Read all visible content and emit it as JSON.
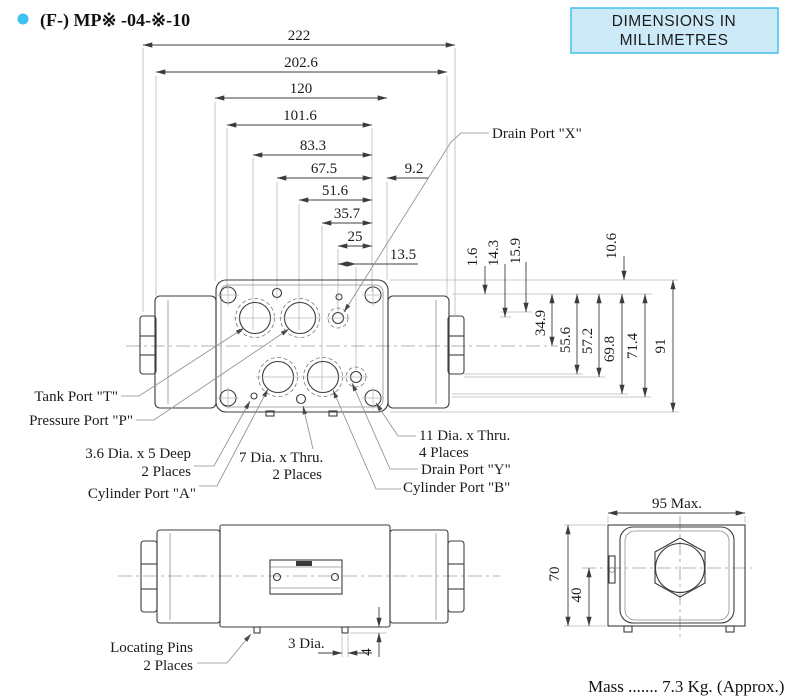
{
  "title": {
    "text": "(F-) MP※ -04-※-10"
  },
  "units_box": {
    "line1": "DIMENSIONS IN",
    "line2": "MILLIMETRES"
  },
  "colors": {
    "accent_cyan": "#45bfec",
    "units_box_bg": "#cdeaf8",
    "line_dark": "#3c3c3c",
    "line_light": "#b9b9b9"
  },
  "top_view": {
    "hdims": {
      "d222": "222",
      "d202_6": "202.6",
      "d120": "120",
      "d101_6": "101.6",
      "d83_3": "83.3",
      "d67_5": "67.5",
      "d9_2": "9.2",
      "d51_6": "51.6",
      "d35_7": "35.7",
      "d25": "25",
      "d13_5": "13.5"
    },
    "vdims": {
      "d1_6": "1.6",
      "d14_3": "14.3",
      "d15_9": "15.9",
      "d10_6": "10.6",
      "d34_9": "34.9",
      "d55_6": "55.6",
      "d57_2": "57.2",
      "d69_8": "69.8",
      "d71_4": "71.4",
      "d91": "91"
    },
    "labels": {
      "drain_x": "Drain Port \"X\"",
      "tank_t": "Tank Port \"T\"",
      "pressure_p": "Pressure Port \"P\"",
      "hole36_l1": "3.6 Dia. x 5 Deep",
      "hole36_l2": "2 Places",
      "cyl_a": "Cylinder Port \"A\"",
      "hole7_l1": "7 Dia. x Thru.",
      "hole7_l2": "2 Places",
      "hole11_l1": "11 Dia. x Thru.",
      "hole11_l2": "4 Places",
      "drain_y": "Drain Port \"Y\"",
      "cyl_b": "Cylinder Port \"B\""
    }
  },
  "front_view": {
    "labels": {
      "pins_l1": "Locating Pins",
      "pins_l2": "2 Places",
      "pin_dia": "3 Dia.",
      "pin_height": "4"
    }
  },
  "side_view": {
    "dims": {
      "width": "95 Max.",
      "height": "70",
      "port_height": "40"
    }
  },
  "mass_note": "Mass ....... 7.3 Kg. (Approx.)"
}
